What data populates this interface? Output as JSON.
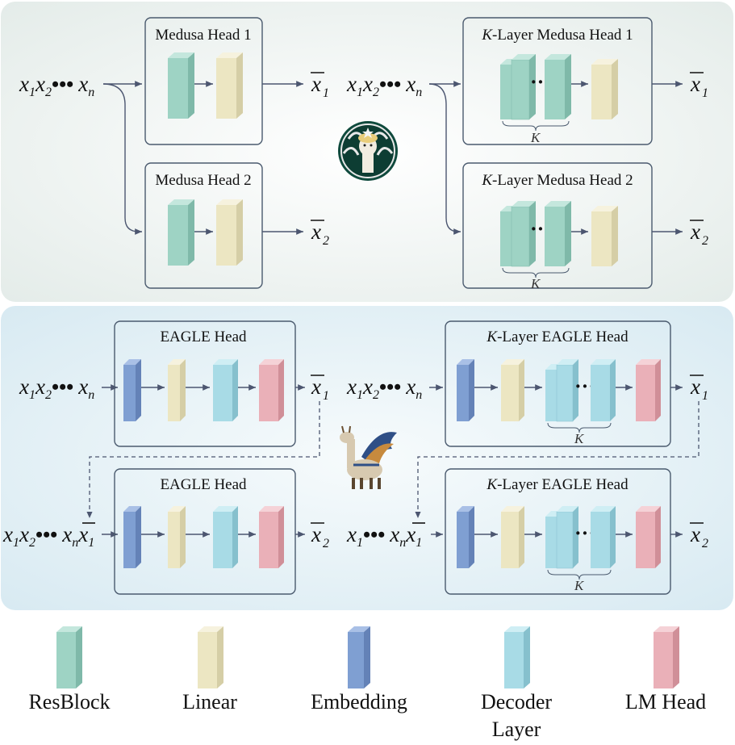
{
  "medusa": {
    "head1_title": "Medusa Head 1",
    "head2_title": "Medusa Head 2",
    "klayer_head1_title": "-Layer Medusa Head 1",
    "klayer_head2_title": "-Layer Medusa Head 2",
    "k_prefix": "K",
    "k_label": "K"
  },
  "eagle": {
    "head_title": "EAGLE Head",
    "klayer_head_title": "-Layer EAGLE Head",
    "k_prefix": "K",
    "k_label": "K"
  },
  "sequence": {
    "x": "x",
    "sub_1": "1",
    "sub_2": "2",
    "sub_n": "n",
    "dots": "•••",
    "dots_small": "···"
  },
  "legend": {
    "resblock": "ResBlock",
    "linear": "Linear",
    "embedding": "Embedding",
    "decoder_line1": "Decoder",
    "decoder_line2": "Layer",
    "lm_head": "LM Head"
  },
  "colors": {
    "resblock": "#9ed3c4",
    "linear": "#ece6c2",
    "embedding": "#7f9fd2",
    "decoder": "#a8dbe6",
    "lm_head": "#eab0b8",
    "medusa_bg": "#eef3f1",
    "eagle_bg": "#e3f0f5"
  },
  "icons": {
    "medusa_logo": "medusa-llama-logo",
    "eagle_logo": "winged-llama-logo"
  }
}
